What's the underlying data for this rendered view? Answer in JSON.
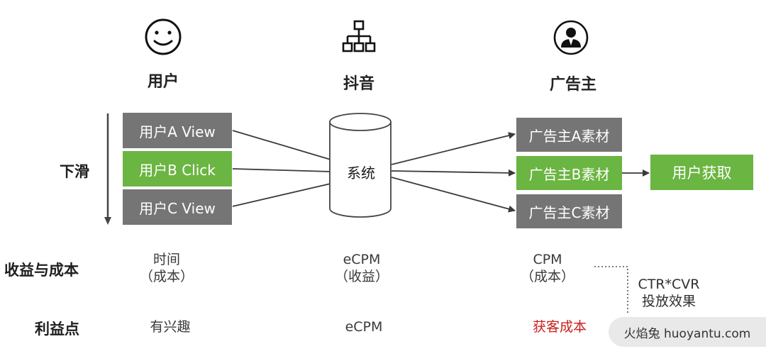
{
  "columns": {
    "user": {
      "label": "用户",
      "icon": "smiley-face-icon"
    },
    "douyin": {
      "label": "抖音",
      "icon": "network-hierarchy-icon"
    },
    "advertiser": {
      "label": "广告主",
      "icon": "person-in-suit-icon"
    }
  },
  "scroll_label": "下滑",
  "user_boxes": [
    {
      "label": "用户A View",
      "highlight": false
    },
    {
      "label": "用户B Click",
      "highlight": true
    },
    {
      "label": "用户C View",
      "highlight": false
    }
  ],
  "system_label": "系统",
  "ad_boxes": [
    {
      "label": "广告主A素材",
      "highlight": false
    },
    {
      "label": "广告主B素材",
      "highlight": true
    },
    {
      "label": "广告主C素材",
      "highlight": false
    }
  ],
  "acquire_label": "用户获取",
  "rows": {
    "revenue_cost": {
      "label": "收益与成本",
      "user_line1": "时间",
      "user_line2": "（成本）",
      "douyin_line1": "eCPM",
      "douyin_line2": "（收益）",
      "ad_line1": "CPM",
      "ad_line2": "（成本）"
    },
    "benefit": {
      "label": "利益点",
      "user": "有兴趣",
      "douyin": "eCPM",
      "ad": "获客成本"
    }
  },
  "formula": {
    "line1": "CTR*CVR",
    "line2": "投放效果"
  },
  "watermark": "火焰兔 huoyantu.com",
  "colors": {
    "gray_box": "#757575",
    "green_box": "#6bb542",
    "accent_red": "#c8201c"
  }
}
